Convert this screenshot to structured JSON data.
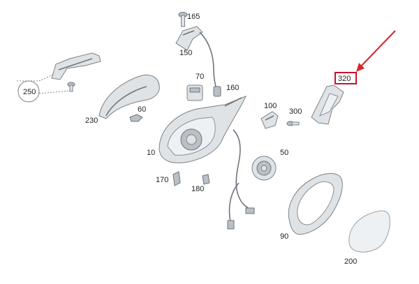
{
  "labels": {
    "p10": "10",
    "p50": "50",
    "p60": "60",
    "p70": "70",
    "p90": "90",
    "p100": "100",
    "p150": "150",
    "p160": "160",
    "p165": "165",
    "p170": "170",
    "p180": "180",
    "p200": "200",
    "p230": "230",
    "p250": "250",
    "p300": "300",
    "p320": "320"
  },
  "colors": {
    "highlight_box": "#c8102e",
    "arrow": "#d9262e",
    "part_fill": "#dfe3e6",
    "part_stroke": "#7b8288",
    "label_text": "#222222"
  }
}
